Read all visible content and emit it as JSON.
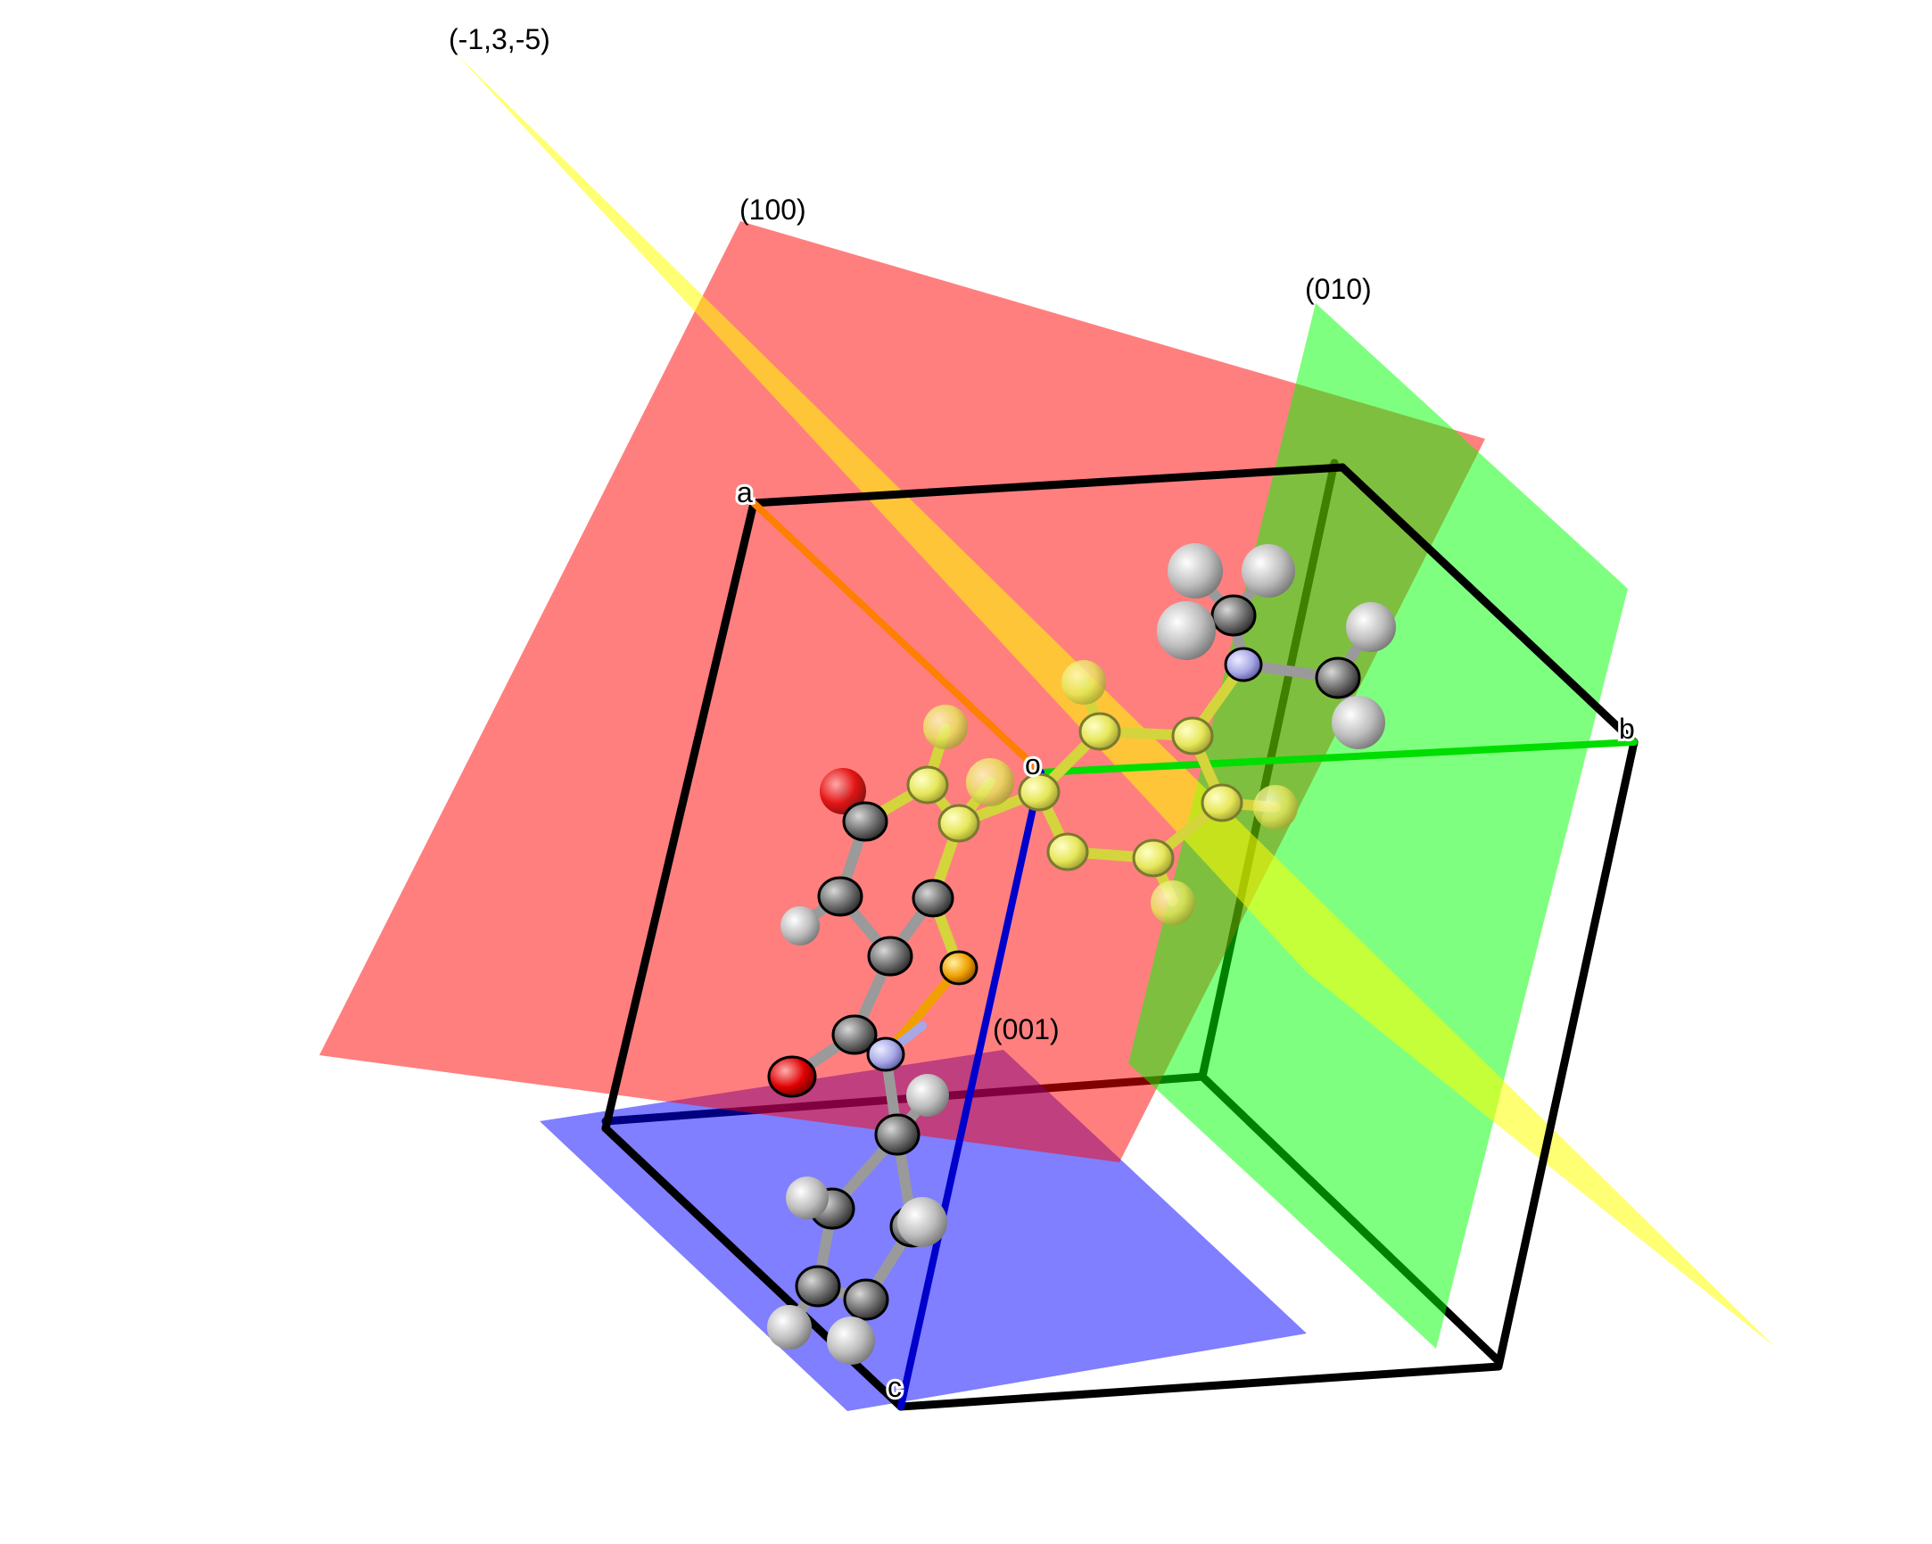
{
  "planes": {
    "hkl_label": "(-1,3,-5)",
    "p100_label": "(100)",
    "p010_label": "(010)",
    "p001_label": "(001)"
  },
  "axes": {
    "origin_label": "o",
    "a_label": "a",
    "b_label": "b",
    "c_label": "c"
  },
  "colors": {
    "plane_hkl": "#ffff00",
    "plane_100": "#ff0000",
    "plane_010": "#00ff00",
    "plane_001": "#0000ff",
    "axis_a": "#ff7f00",
    "axis_b": "#00dd00",
    "axis_c": "#0000cc",
    "cell_edge": "#000000",
    "atom_carbon": "#6e6e6e",
    "atom_hydrogen": "#c8c8c8",
    "atom_nitrogen": "#a7a7e6",
    "atom_oxygen": "#e00000",
    "atom_sulfur": "#f0a000"
  }
}
